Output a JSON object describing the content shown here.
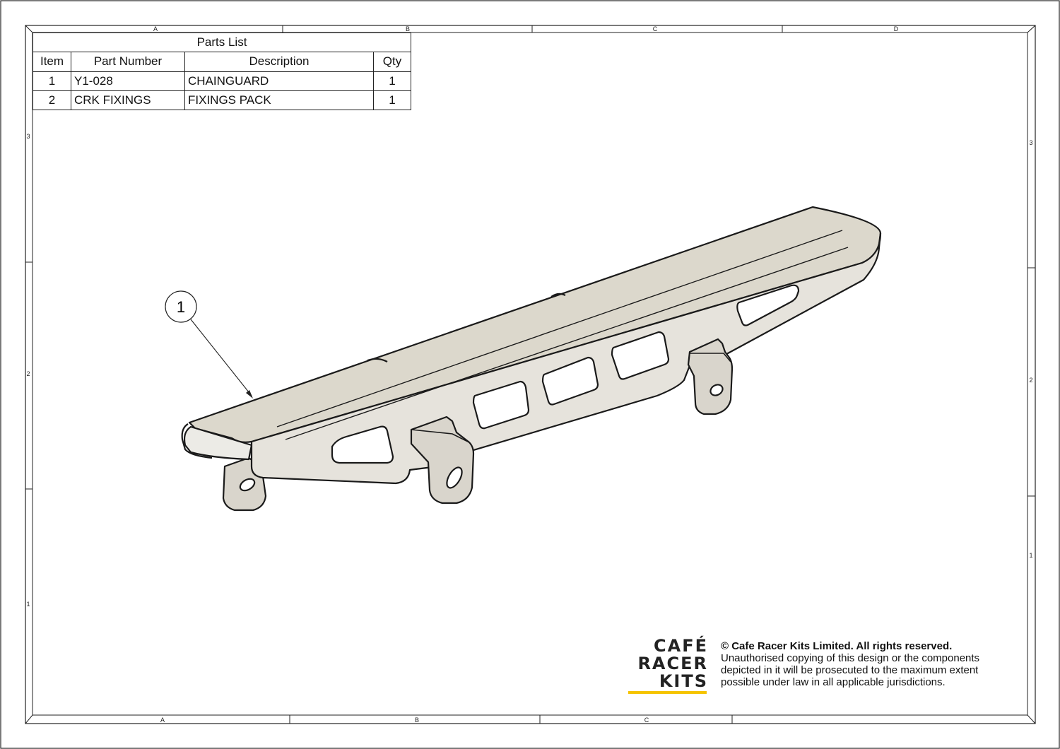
{
  "drawing": {
    "zones": {
      "top": [
        "A",
        "B",
        "C",
        "D"
      ],
      "bottom": [
        "A",
        "B",
        "C"
      ],
      "left": [
        "3",
        "2",
        "1"
      ],
      "right": [
        "3",
        "2",
        "1"
      ]
    },
    "balloon_label": "1"
  },
  "parts_list": {
    "title": "Parts List",
    "headers": [
      "Item",
      "Part Number",
      "Description",
      "Qty"
    ],
    "rows": [
      [
        "1",
        "Y1-028",
        "CHAINGUARD",
        "1"
      ],
      [
        "2",
        "CRK FIXINGS",
        "FIXINGS PACK",
        "1"
      ]
    ]
  },
  "logo": {
    "lines": [
      "CAFÉ",
      "RACER",
      "KITS"
    ],
    "accent_color": "#f5c400"
  },
  "copyright": {
    "headline": "© Cafe Racer Kits Limited. All rights reserved.",
    "lines": [
      "Unauthorised copying of this design or the components",
      "depicted in it will be prosecuted to the maximum extent",
      "possible under law in all applicable jurisdictions."
    ]
  },
  "colors": {
    "metal_top": "#dcd8cc",
    "metal_side": "#e6e3dc",
    "metal_shadow": "#cfcac0",
    "outline": "#1a1a1a"
  }
}
